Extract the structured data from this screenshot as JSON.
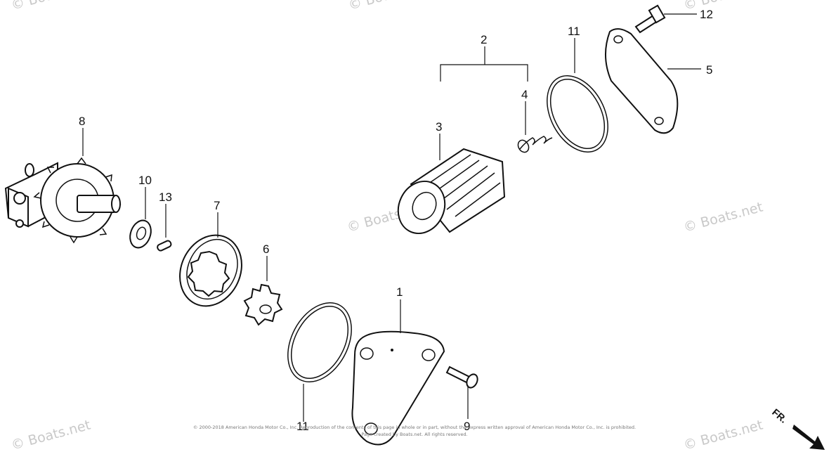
{
  "callouts": [
    "1",
    "2",
    "3",
    "4",
    "5",
    "6",
    "7",
    "8",
    "9",
    "10",
    "11",
    "11",
    "12",
    "13"
  ],
  "watermark": "© Boats.net",
  "copyright": {
    "line1": "© 2000-2018 American Honda Motor Co., Inc. Reproduction of the contents of this page in whole or in part, without the express written approval of American Honda Motor Co., Inc. is prohibited.",
    "line2": "Page created by Boats.net. All rights reserved."
  },
  "direction_label": "FR."
}
